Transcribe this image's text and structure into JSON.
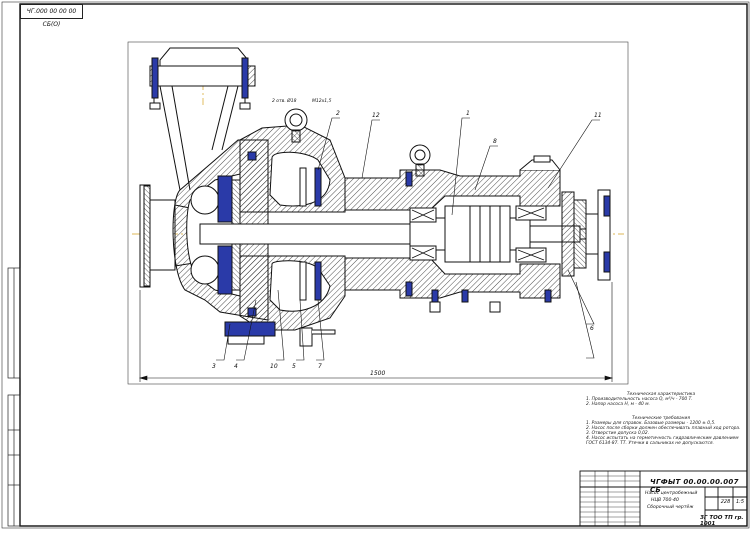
{
  "stamp_top": "ЧГ.000 00 00 00 СБ(О)",
  "part_labels": [
    "1",
    "2",
    "3",
    "4",
    "5",
    "6",
    "7",
    "8",
    "10",
    "11",
    "12"
  ],
  "dimension_small": [
    "2 отв. Ø18",
    "М12х1,5"
  ],
  "dimension_overall": "1500",
  "tech_spec": {
    "title": "Техническая характеристика",
    "lines": [
      "1. Производительность насоса Q, м³/ч - 700 Т.",
      "2. Напор насоса Н, м - 40 м."
    ]
  },
  "tech_req": {
    "title": "Технические требования",
    "lines": [
      "1. Размеры для справок. Базовые размеры - 1200 ± 0,5.",
      "2. Насос после сборки должен обеспечивать плавный ход ротора.",
      "3. Отверстие допуска 0,02.",
      "4. Насос испытать на герметичность гидравлическим давлением",
      "ГОСТ 6134-87. ТТ. Утечки в сальниках не допускаются."
    ]
  },
  "title_block": {
    "code": "ЧГФЫТ 00.00.00.007 СБ",
    "name_lines": [
      "Насос центробежный",
      "НЦВ 700-40",
      "Сборочный чертёж"
    ],
    "mass": "228",
    "scale": "1:5",
    "org": "ЗГ ТОО ТП гр. 1001"
  }
}
